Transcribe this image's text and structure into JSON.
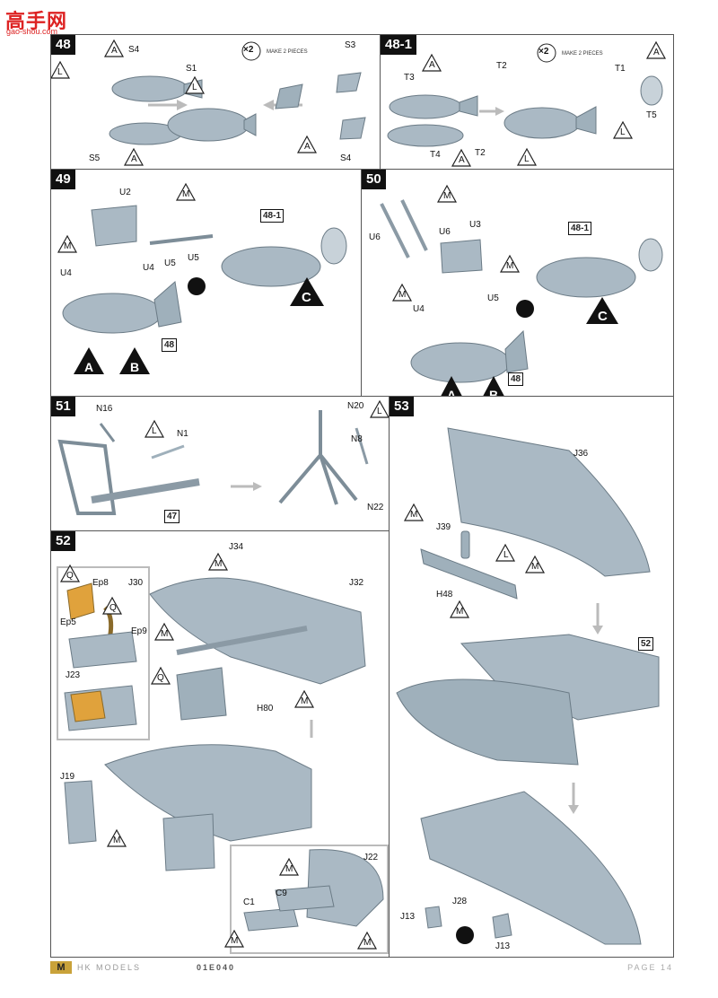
{
  "watermark": {
    "chars": "高手网",
    "url": "gao-shou.com"
  },
  "symbols": {
    "A": "A",
    "L": "L",
    "M": "M",
    "Q": "Q",
    "B": "B",
    "C": "C"
  },
  "steps": {
    "s48": {
      "num": "48",
      "count": "×2",
      "note": "MAKE 2 PIECES",
      "parts": [
        "S4",
        "S1",
        "S3",
        "S5",
        "S4"
      ]
    },
    "s48_1": {
      "num": "48-1",
      "count": "×2",
      "note": "MAKE 2 PIECES",
      "parts": [
        "T3",
        "T2",
        "T1",
        "T4",
        "T2",
        "T5"
      ]
    },
    "s49": {
      "num": "49",
      "parts": [
        "U2",
        "U4",
        "U4",
        "U5",
        "U5"
      ],
      "ref": "48-1",
      "ref2": "48"
    },
    "s50": {
      "num": "50",
      "parts": [
        "U6",
        "U6",
        "U3",
        "U4",
        "U5"
      ],
      "ref": "48-1",
      "ref2": "48"
    },
    "s51": {
      "num": "51",
      "parts": [
        "N16",
        "N1",
        "N20",
        "N8",
        "N22"
      ],
      "ref": "47"
    },
    "s52": {
      "num": "52",
      "parts": [
        "J34",
        "J30",
        "J32",
        "Ep8",
        "Ep5",
        "Ep9",
        "J23",
        "H80",
        "J19",
        "J22",
        "C1",
        "C9"
      ]
    },
    "s53": {
      "num": "53",
      "parts": [
        "J36",
        "J39",
        "H48",
        "J28",
        "J13",
        "J13"
      ],
      "ref": "52"
    }
  },
  "footer": {
    "logo": "M",
    "brand": "HK MODELS",
    "code": "01E040",
    "page": "PAGE 14"
  }
}
